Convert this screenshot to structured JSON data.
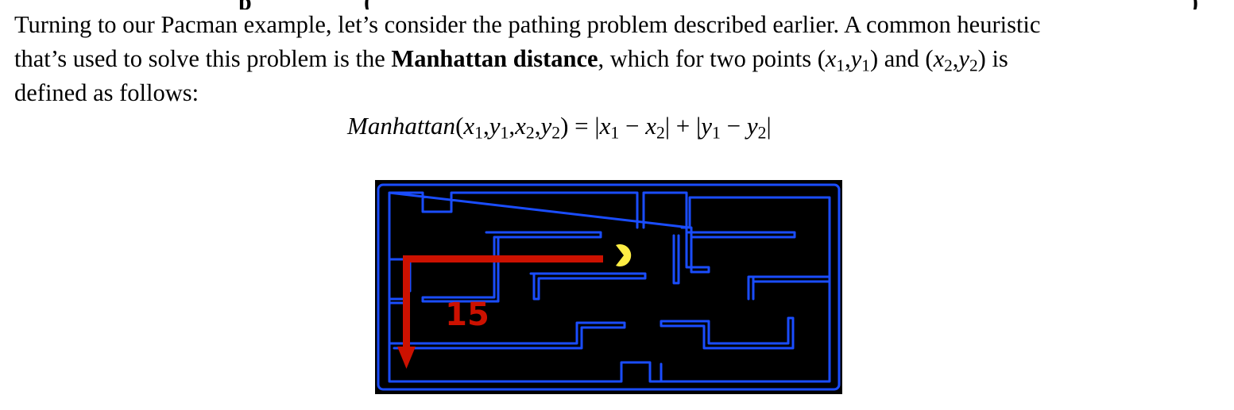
{
  "paragraph": {
    "line1": "Turning to our Pacman example, let’s consider the pathing problem described earlier. A common heuristic",
    "line2_pre": "that’s used to solve this problem is the ",
    "line2_bold": "Manhattan distance",
    "line2_post": ", which for two points ",
    "pt1": "(x1,y1)",
    "and": "and",
    "pt2": "(x2,y2)",
    "is": "is",
    "line3": "defined as follows:"
  },
  "formula": {
    "name": "Manhattan",
    "args": "(x1,y1,x2,y2)",
    "eq": "=",
    "rhs1": "|x1 − x2|",
    "plus": "+",
    "rhs2": "|y1 − y2|"
  },
  "figure": {
    "distance_label": "15",
    "colors": {
      "wall": "#1a4dff",
      "background": "#000000",
      "path": "#cc1100",
      "pacman": "#ffee44"
    }
  }
}
